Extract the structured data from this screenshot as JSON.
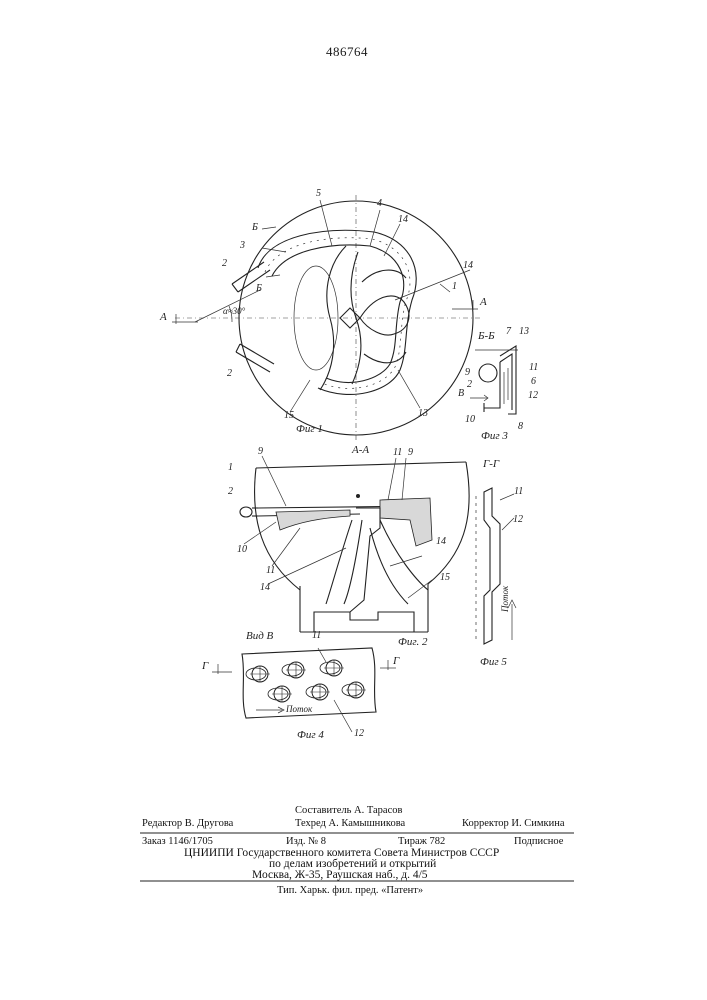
{
  "patent_number": "486764",
  "fig1": {
    "caption": "Фиг 1",
    "section_labels": [
      "А",
      "А",
      "Б",
      "Б"
    ],
    "angle": "α≈30°",
    "numbers": [
      "5",
      "4",
      "14",
      "3",
      "2",
      "14",
      "1",
      "2",
      "15",
      "13"
    ]
  },
  "fig2": {
    "title": "А-А",
    "caption": "Фиг. 2",
    "numbers": [
      "9",
      "1",
      "11",
      "9",
      "2",
      "10",
      "11",
      "14",
      "14",
      "15"
    ]
  },
  "fig3": {
    "title": "Б-Б",
    "caption": "Фиг 3",
    "view_label": "В",
    "numbers": [
      "7",
      "13",
      "9",
      "2",
      "11",
      "6",
      "12",
      "10",
      "8"
    ]
  },
  "fig4": {
    "title": "Вид В",
    "caption": "Фиг 4",
    "flow_label": "Поток",
    "section_labels": [
      "Г",
      "Г"
    ],
    "numbers": [
      "11",
      "12"
    ]
  },
  "fig5": {
    "title": "Г-Г",
    "caption": "Фиг 5",
    "flow_label": "Поток",
    "numbers": [
      "11",
      "12"
    ]
  },
  "footer": {
    "compiler": "Составитель А. Тарасов",
    "editor": "Редактор В. Другова",
    "techred": "Техред А. Камышникова",
    "corrector": "Корректор И. Симкина",
    "order": "Заказ 1146/1705",
    "issue": "Изд. № 8",
    "circulation": "Тираж 782",
    "subscription": "Подписное",
    "org_line1": "ЦНИИПИ Государственного комитета Совета Министров СССР",
    "org_line2": "по делам изобретений и открытий",
    "address": "Москва, Ж-35, Раушская наб., д. 4/5",
    "printer": "Тип. Харьк. фил. пред. «Патент»"
  }
}
